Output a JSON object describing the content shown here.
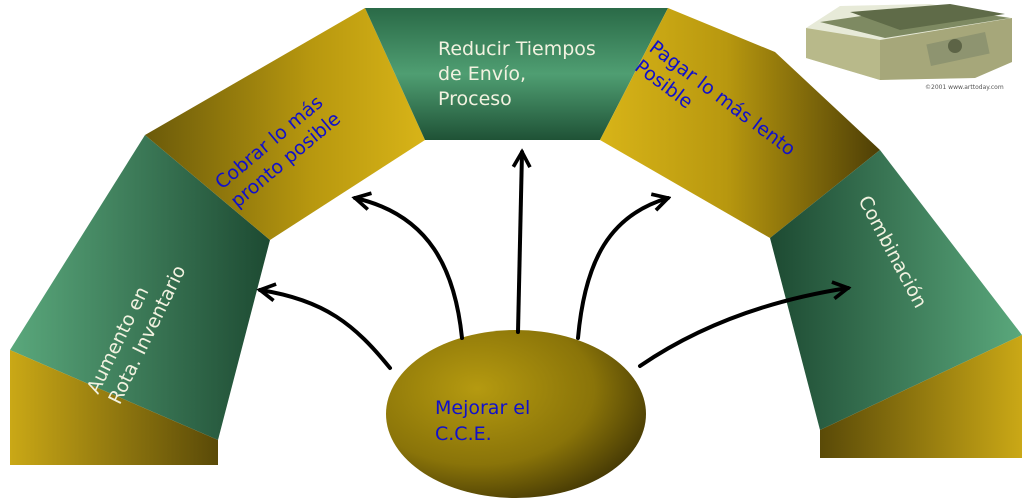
{
  "diagram": {
    "center": {
      "line1": "Mejorar el",
      "line2": "C.C.E."
    },
    "segments": [
      {
        "id": "inventario",
        "line1": "Aumento en",
        "line2": "Rota.  Inventario"
      },
      {
        "id": "cobrar",
        "line1": "Cobrar lo más",
        "line2": "pronto posible"
      },
      {
        "id": "reducir",
        "line1": "Reducir Tiempos",
        "line2": "de Envío,",
        "line3": "Proceso"
      },
      {
        "id": "pagar",
        "line1": "Pagar lo más lento",
        "line2": "Posible"
      },
      {
        "id": "combinacion",
        "line1": "Combinación"
      }
    ]
  },
  "colors": {
    "green_light": "#4f9e72",
    "green_dark": "#1d4a32",
    "gold_light": "#c9a716",
    "gold_dark": "#5a4a08",
    "text_white": "#f2f2e0",
    "text_blue": "#1010cc"
  },
  "image": {
    "icon": "money-stack-icon",
    "copyright": "©2001 www.arttoday.com"
  }
}
